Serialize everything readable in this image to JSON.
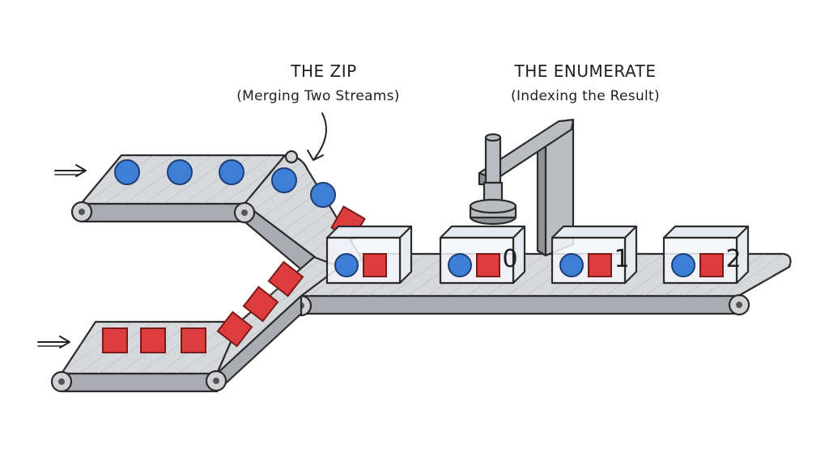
{
  "labels": {
    "zip_title": "THE ZIP",
    "zip_subtitle": "(Merging Two Streams)",
    "enumerate_title": "THE ENUMERATE",
    "enumerate_subtitle": "(Indexing the Result)"
  },
  "stream_items": {
    "top_belt": [
      "circle",
      "circle",
      "circle",
      "circle",
      "circle"
    ],
    "bottom_belt": [
      "square",
      "square",
      "square",
      "square",
      "square",
      "square",
      "square"
    ]
  },
  "output_boxes": [
    {
      "contents": [
        "circle",
        "square"
      ],
      "index": ""
    },
    {
      "contents": [
        "circle",
        "square"
      ],
      "index": "0"
    },
    {
      "contents": [
        "circle",
        "square"
      ],
      "index": "1"
    },
    {
      "contents": [
        "circle",
        "square"
      ],
      "index": "2"
    }
  ],
  "colors": {
    "circle": "#3d7fd6",
    "square": "#de3d3d",
    "belt": "#d6d8dc",
    "metal": "#b9bcc1"
  },
  "icons": {
    "input_arrow": "double-right-arrow-icon",
    "annotation_arrow": "curved-down-arrow-icon"
  }
}
